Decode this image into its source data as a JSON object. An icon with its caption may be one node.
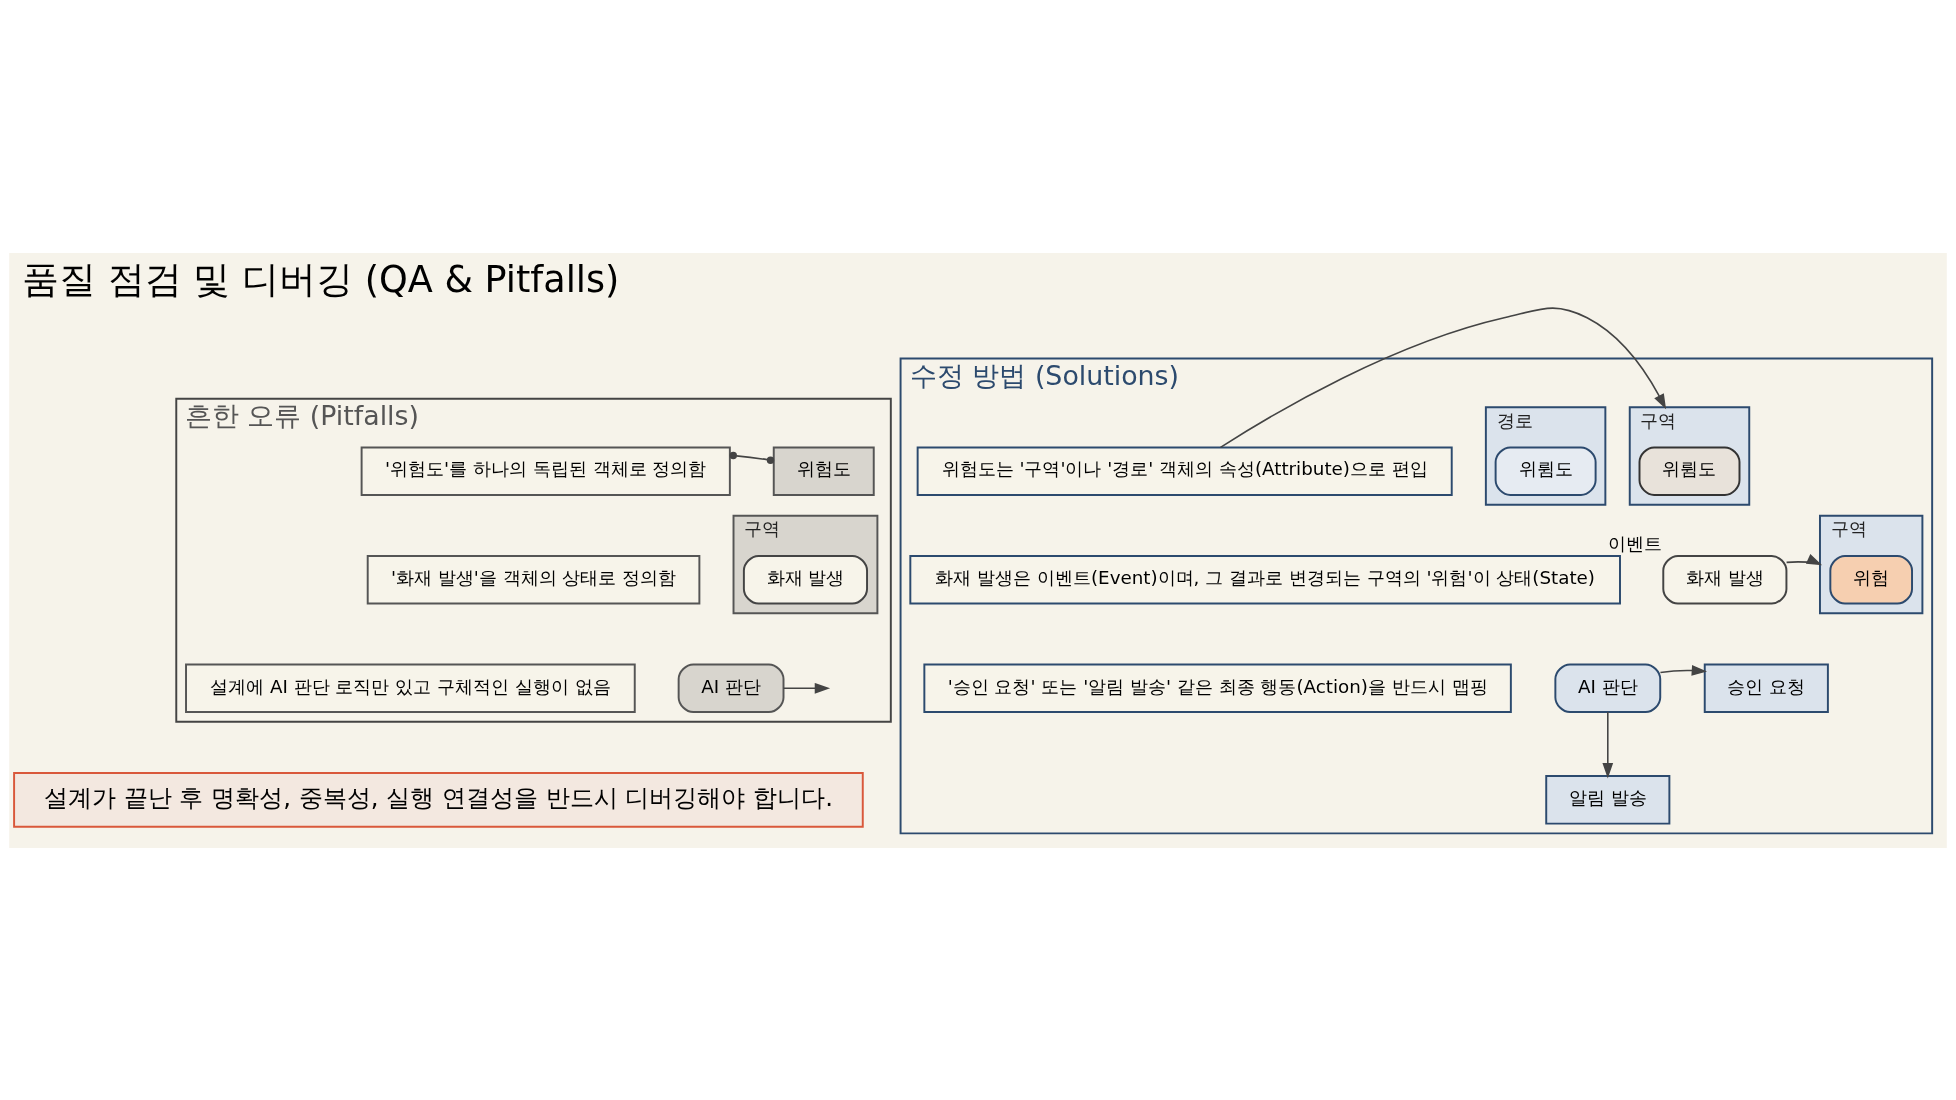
{
  "diagram": {
    "title": "품질 점검 및 디버깅 (QA & Pitfalls)",
    "nodes": [
      {
        "text": [
          "흔한 오류 (Pitfalls)"
        ]
      },
      {
        "text": [
          "'위험도'를 하나의 독립된 객체로 정의함"
        ],
        "in": 0
      },
      {
        "text": [
          "위험도"
        ],
        "in": 0
      },
      {
        "text": [
          "'화재 발생'을 객체의 상태로 정의함"
        ],
        "in": 0
      },
      {
        "text": [
          "구역"
        ],
        "in": 0
      },
      {
        "text": [
          "화재 발생"
        ],
        "in": 4
      },
      {
        "text": [
          "설계에 AI 판단 로직만 있고 구체적인 실행이 없음"
        ],
        "in": 0
      },
      {
        "text": [
          "AI 판단"
        ],
        "in": 0
      },
      {
        "text": [
          "수정 방법 (Solutions)"
        ]
      },
      {
        "text": [
          "위험도는 '구역'이나 '경로' 객체의 속성(Attribute)으로 편입"
        ],
        "in": 8
      },
      {
        "text": [
          "구역"
        ],
        "in": 8
      },
      {
        "text": [
          "위륌도"
        ],
        "in": 10
      },
      {
        "text": [
          "경로"
        ],
        "in": 8
      },
      {
        "text": [
          "위륌도"
        ],
        "in": 12
      },
      {
        "text": [
          "화재 발생은 이벤트(Event)이며, 그 결과로 변경되는 구역의 '위험'이 상태(State)"
        ],
        "in": 8
      },
      {
        "text": [
          "화재 발생"
        ],
        "beside": [
          "이벤트"
        ],
        "in": 8
      },
      {
        "text": [
          "구역"
        ],
        "in": 8
      },
      {
        "text": [
          "위험"
        ],
        "in": 16
      },
      {
        "text": [
          "'승인 요청' 또는 '알림 발송' 같은 최종 행동(Action)을 반드시 맵핑"
        ],
        "in": 8
      },
      {
        "text": [
          "AI 판단"
        ],
        "in": 8
      },
      {
        "text": [
          "승인 요청"
        ],
        "in": 8
      },
      {
        "text": [
          "알림 발송"
        ],
        "in": 8
      },
      {
        "text": [
          "설계가 끝난 후 명확성, 중복성, 실행 연결성을 반드시 디버깅해야 합니다."
        ]
      }
    ],
    "edges": [
      {
        "from": 1,
        "to": 2,
        "arrow": "other"
      },
      {
        "from": 7,
        "to": null,
        "arrow": "to"
      },
      {
        "from": 9,
        "to": 10,
        "arrow": "to"
      },
      {
        "from": 15,
        "to": 16,
        "arrow": "to"
      },
      {
        "from": 19,
        "to": 20,
        "arrow": "to"
      },
      {
        "from": 19,
        "to": 21,
        "arrow": "to"
      }
    ]
  }
}
